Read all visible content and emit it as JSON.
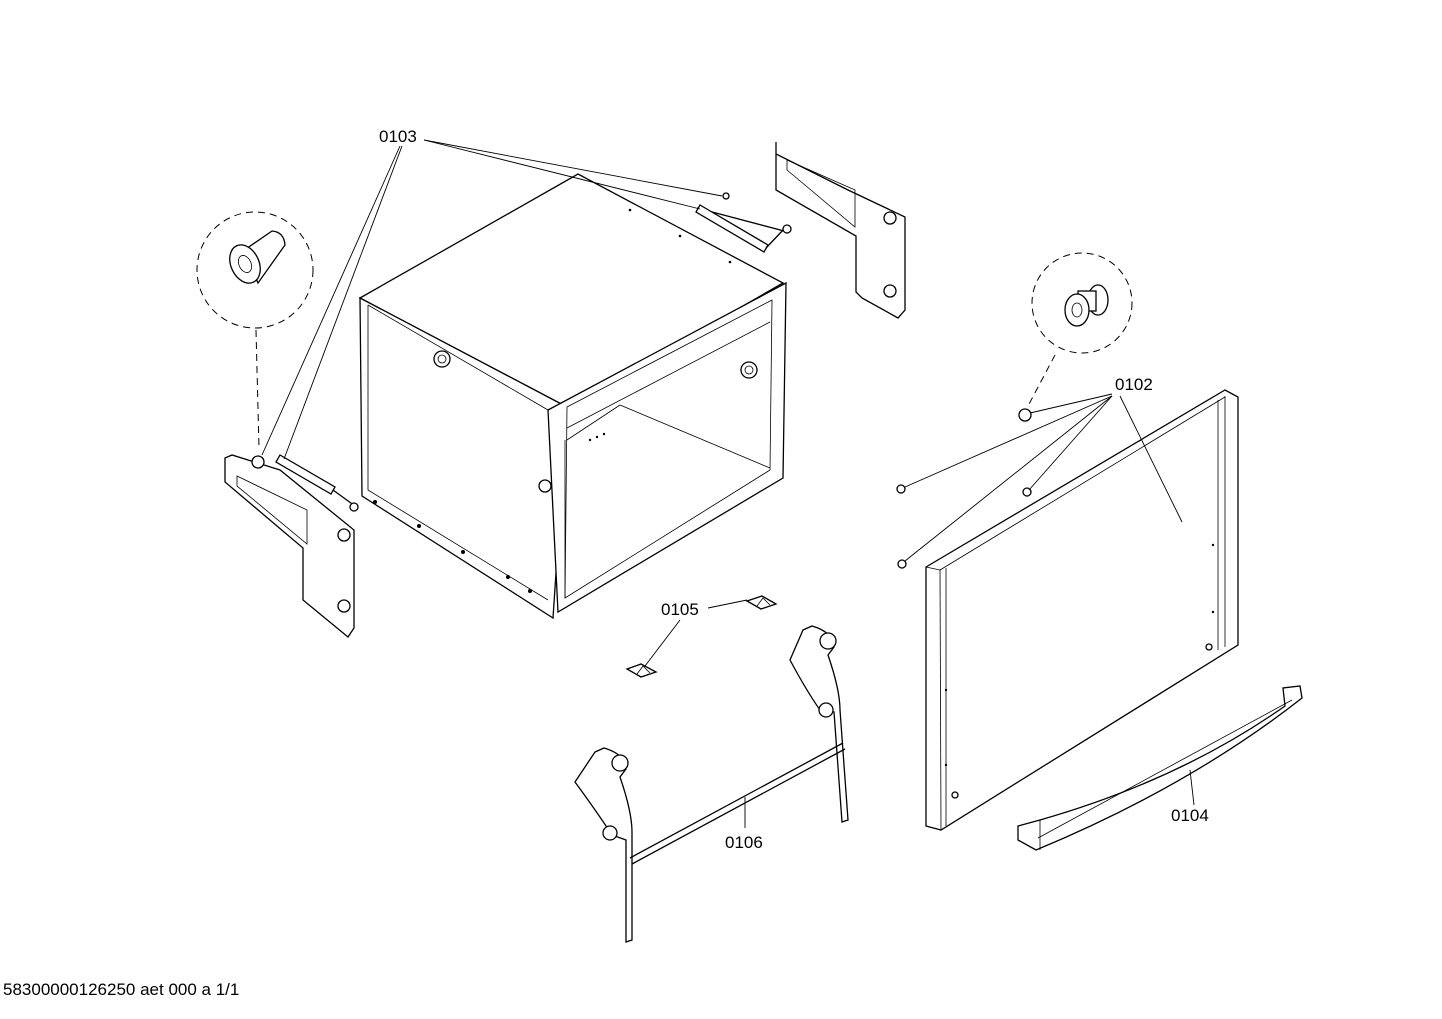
{
  "callouts": {
    "c0102": "0102",
    "c0103": "0103",
    "c0104": "0104",
    "c0105": "0105",
    "c0106": "0106"
  },
  "footer": {
    "doc_id": "58300000126250 aet 000 a 1/1"
  },
  "colors": {
    "line": "#000000",
    "background": "#ffffff"
  }
}
